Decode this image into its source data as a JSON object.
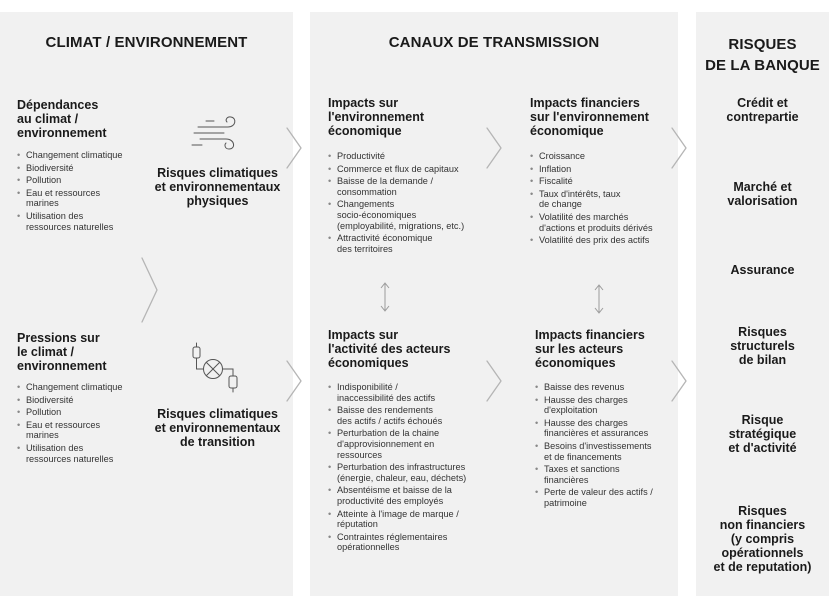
{
  "columns": {
    "climat": "CLIMAT / ENVIRONNEMENT",
    "canaux": "CANAUX DE TRANSMISSION",
    "risques_l1": "RISQUES",
    "risques_l2": "DE LA BANQUE"
  },
  "dependances": {
    "title": [
      "Dépendances",
      "au climat /",
      "environnement"
    ],
    "items": [
      [
        "Changement climatique"
      ],
      [
        "Biodiversité"
      ],
      [
        "Pollution"
      ],
      [
        "Eau et ressources",
        "marines"
      ],
      [
        "Utilisation des",
        "ressources naturelles"
      ]
    ]
  },
  "pressions": {
    "title": [
      "Pressions sur",
      "le climat /",
      "environnement"
    ],
    "items": [
      [
        "Changement climatique"
      ],
      [
        "Biodiversité"
      ],
      [
        "Pollution"
      ],
      [
        "Eau et ressources",
        "marines"
      ],
      [
        "Utilisation des",
        "ressources naturelles"
      ]
    ]
  },
  "risques_physiques": [
    "Risques climatiques",
    "et environnementaux",
    "physiques"
  ],
  "risques_transition": [
    "Risques climatiques",
    "et environnementaux",
    "de transition"
  ],
  "impacts_eco": {
    "title": [
      "Impacts sur",
      "l'environnement",
      "économique"
    ],
    "items": [
      [
        "Productivité"
      ],
      [
        "Commerce et flux de capitaux"
      ],
      [
        "Baisse de la demande /",
        "consommation"
      ],
      [
        "Changements",
        "socio-économiques",
        "(employabilité, migrations, etc.)"
      ],
      [
        "Attractivité économique",
        "des territoires"
      ]
    ]
  },
  "impacts_fin_eco": {
    "title": [
      "Impacts financiers",
      "sur l'environnement",
      "économique"
    ],
    "items": [
      [
        "Croissance"
      ],
      [
        "Inflation"
      ],
      [
        "Fiscalité"
      ],
      [
        "Taux d'intérêts, taux",
        "de change"
      ],
      [
        "Volatilité des marchés",
        "d'actions et produits dérivés"
      ],
      [
        "Volatilité des prix des actifs"
      ]
    ]
  },
  "impacts_acteurs": {
    "title": [
      "Impacts sur",
      "l'activité des acteurs",
      "économiques"
    ],
    "items": [
      [
        "Indisponibilité /",
        "inaccessibilité des actifs"
      ],
      [
        "Baisse des rendements",
        "des actifs / actifs échoués"
      ],
      [
        "Perturbation de la chaine",
        "d'approvisionnement en",
        "ressources"
      ],
      [
        "Perturbation des infrastructures",
        "(énergie, chaleur, eau, déchets)"
      ],
      [
        "Absentéisme et baisse de la",
        "productivité des employés"
      ],
      [
        "Atteinte à l'image de marque /",
        "réputation"
      ],
      [
        "Contraintes réglementaires",
        "opérationnelles"
      ]
    ]
  },
  "impacts_fin_acteurs": {
    "title": [
      "Impacts financiers",
      "sur les acteurs",
      "économiques"
    ],
    "items": [
      [
        "Baisse des revenus"
      ],
      [
        "Hausse des charges",
        "d'exploitation"
      ],
      [
        "Hausse des charges",
        "financières et assurances"
      ],
      [
        "Besoins d'investissements",
        "et de financements"
      ],
      [
        "Taxes et sanctions",
        "financières"
      ],
      [
        "Perte de valeur des actifs /",
        "patrimoine"
      ]
    ]
  },
  "bank_risks": [
    [
      "Crédit et",
      "contrepartie"
    ],
    [
      "Marché et",
      "valorisation"
    ],
    [
      "Assurance"
    ],
    [
      "Risques",
      "structurels",
      "de bilan"
    ],
    [
      "Risque",
      "stratégique",
      "et d'activité"
    ],
    [
      "Risques",
      "non financiers",
      "(y compris",
      "opérationnels",
      "et de reputation)"
    ]
  ],
  "icons": {
    "physical": "wind-gust-icon",
    "transition": "pipeline-valve-icon"
  },
  "colors": {
    "panel": "#f1f1f1",
    "chevron": "#b5b5b5",
    "text": "#1a1a1a",
    "bullet": "#888888"
  }
}
